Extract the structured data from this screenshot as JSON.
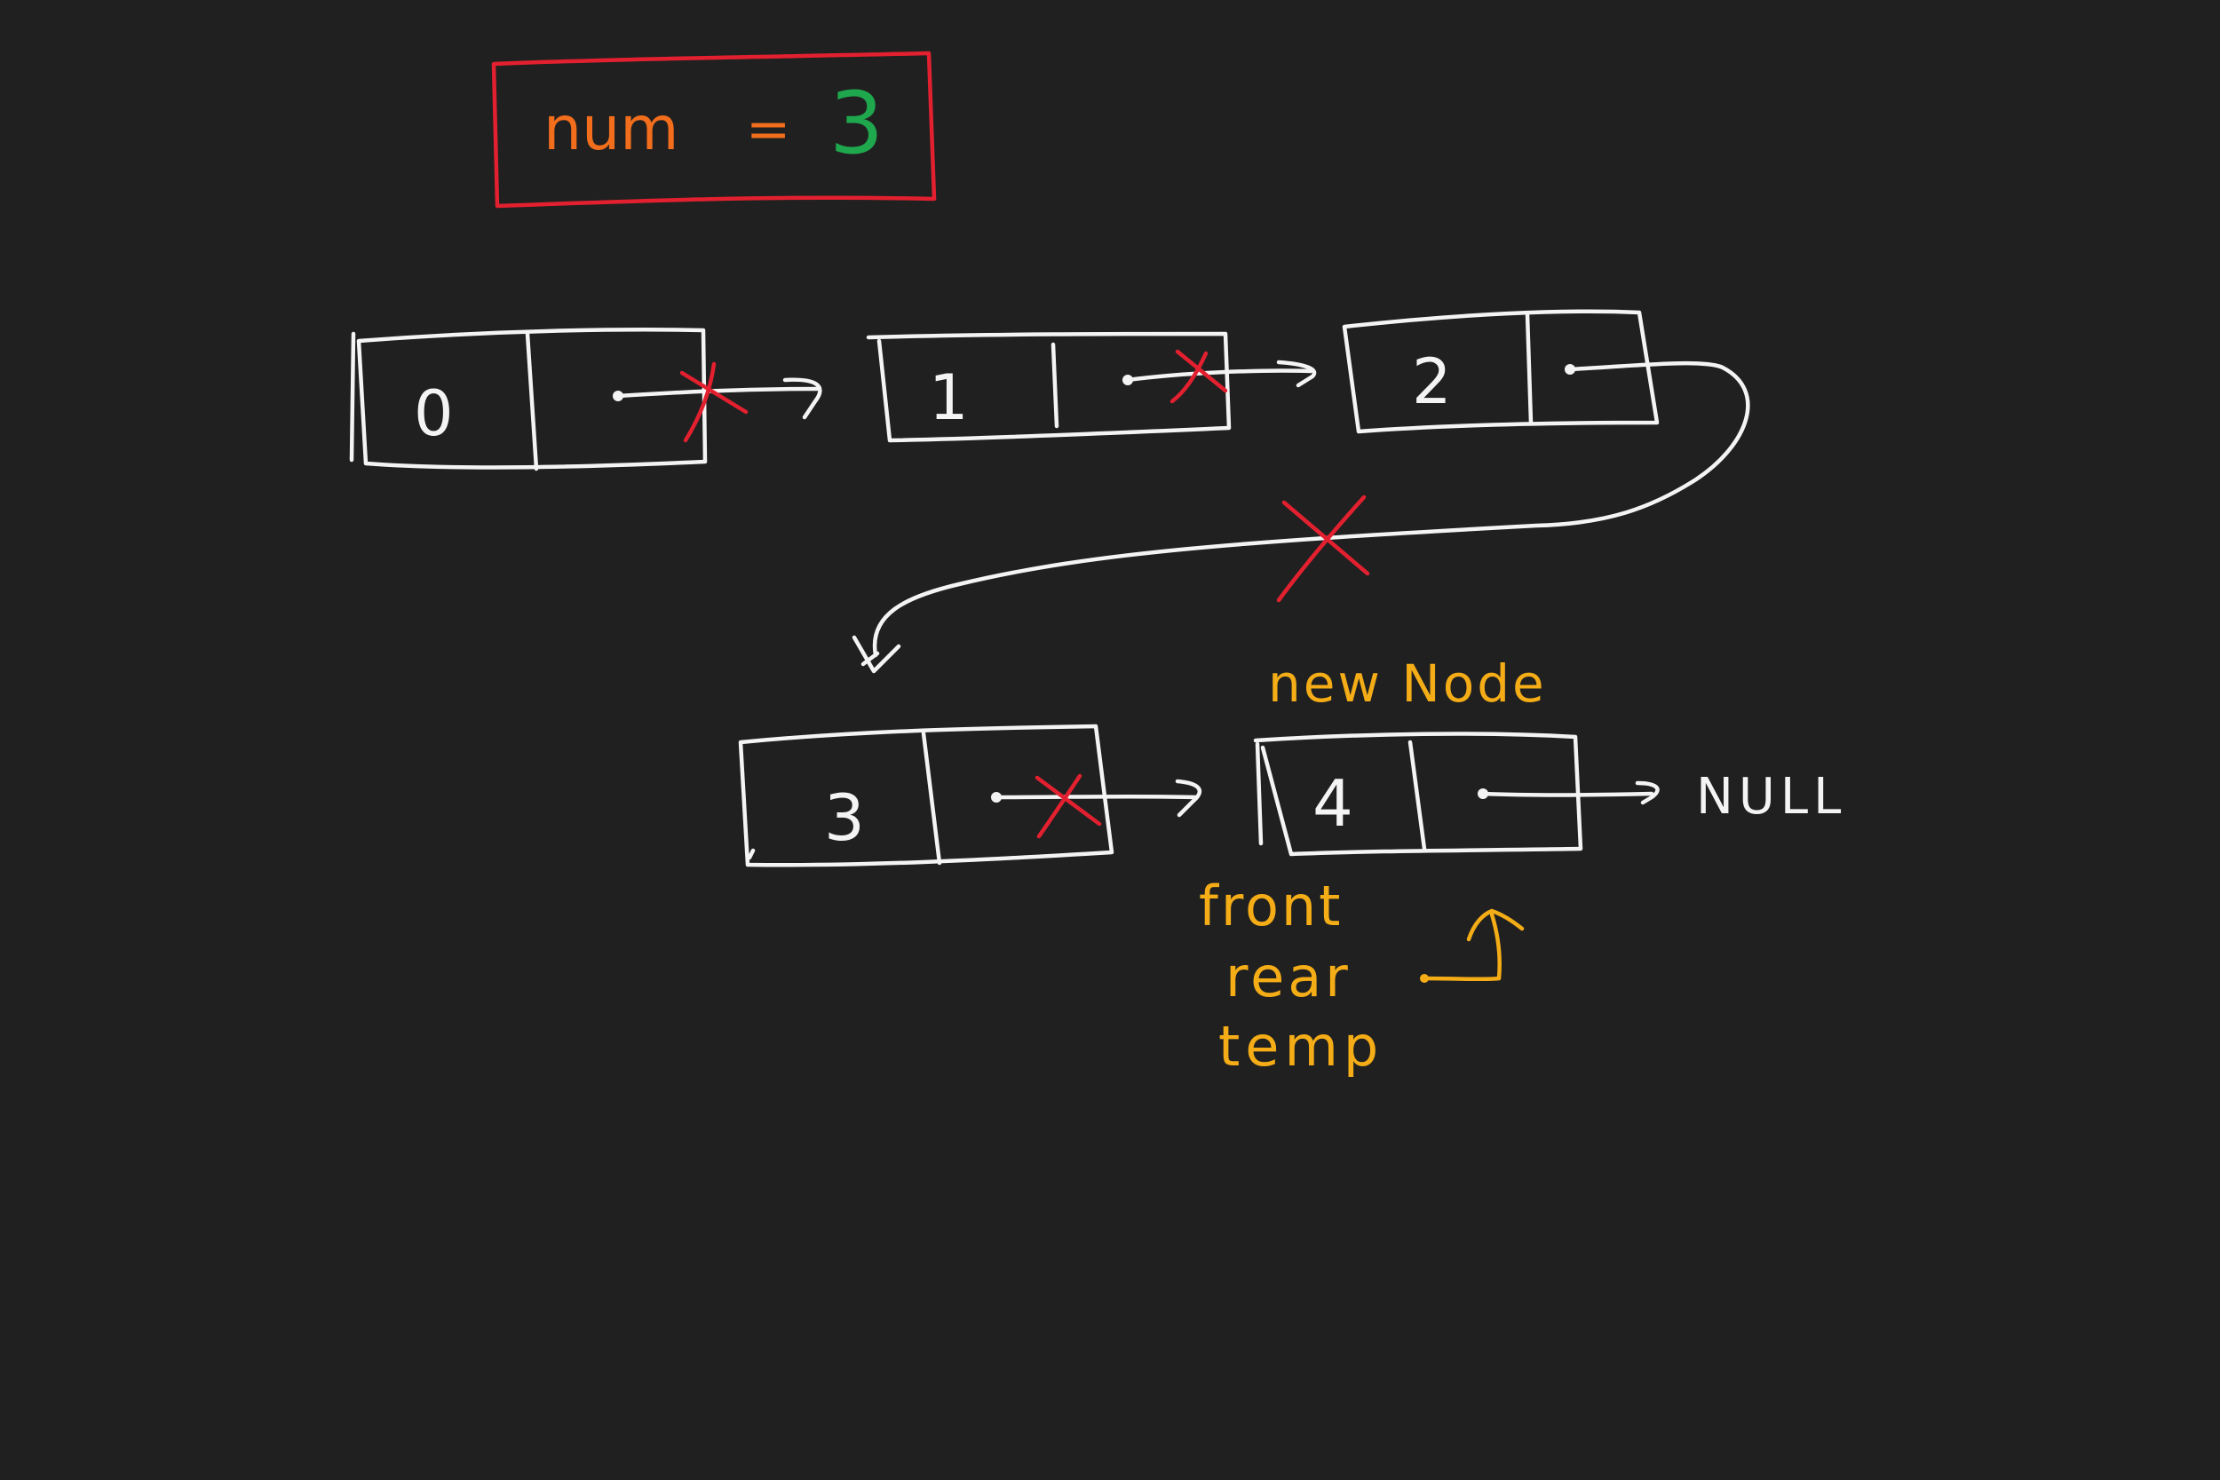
{
  "counter": {
    "name": "num",
    "equals": "=",
    "value": "3",
    "colors": {
      "name": "#f26e1c",
      "value": "#1fa74e",
      "border": "#e3202f"
    }
  },
  "nodes": [
    {
      "data": "0"
    },
    {
      "data": "1"
    },
    {
      "data": "2"
    },
    {
      "data": "3"
    },
    {
      "data": "4"
    }
  ],
  "null_label": "NULL",
  "new_node_label": "new Node",
  "pointers": {
    "front": "front",
    "rear": "rear",
    "temp": "temp"
  },
  "colors": {
    "background": "#202020",
    "ink": "#f4f4f4",
    "cross": "#e3202f",
    "annotation": "#f5ad17"
  }
}
